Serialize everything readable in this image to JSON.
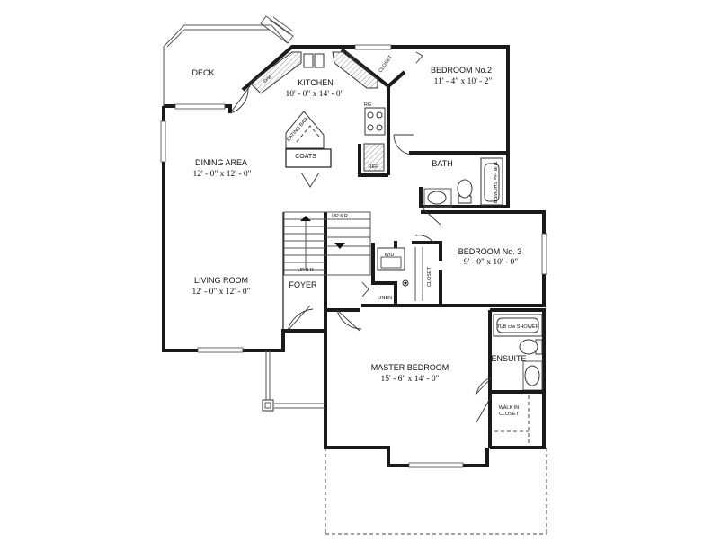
{
  "rooms": {
    "deck": {
      "name": "DECK"
    },
    "kitchen": {
      "name": "KITCHEN",
      "dim": "10' - 0\" x 14' - 0\""
    },
    "bedroom2": {
      "name": "BEDROOM No.2",
      "dim": "11' - 4\" x 10' - 2\""
    },
    "dining": {
      "name": "DINING AREA",
      "dim": "12' - 0\" x 12' - 0\""
    },
    "bath": {
      "name": "BATH"
    },
    "bedroom3": {
      "name": "BEDROOM No. 3",
      "dim": "9' - 0\" x 10' - 0\""
    },
    "living": {
      "name": "LIVING ROOM",
      "dim": "12' - 0\" x 12' - 0\""
    },
    "foyer": {
      "name": "FOYER"
    },
    "master": {
      "name": "MASTER BEDROOM",
      "dim": "15' - 6\" x 14' - 0\""
    },
    "ensuite": {
      "name": "ENSUITE"
    }
  },
  "labels": {
    "closet_br2": "CLOSET",
    "dw": "D/W",
    "eating_bar": "EATING BAR",
    "coats": "COATS",
    "ref": "REF",
    "rg": "RG",
    "tub_bath": "TUB c/w SHOWER",
    "tub_ensuite": "TUB c/w SHOWER",
    "up_top": "UP 6 R",
    "up_bottom": "UP 8 R",
    "wd": "W/D",
    "closet_br3": "CLOSET",
    "linen": "LINEN",
    "walk_in_1": "WALK IN",
    "walk_in_2": "CLOSET"
  }
}
